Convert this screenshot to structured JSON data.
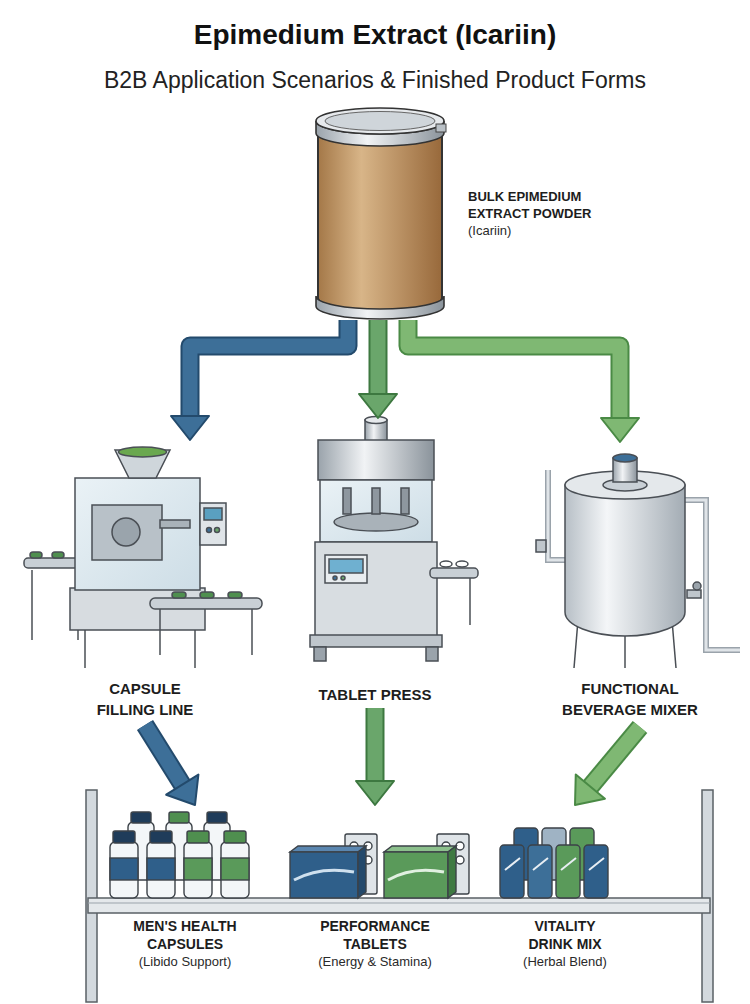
{
  "diagram": {
    "title": "Epimedium Extract (Icariin)",
    "nodes": [
      {
        "text": [
          "BULK EPIMEDIUM EXTRACT POWDER",
          "(Icariin)"
        ]
      },
      {
        "text": [
          "CAPSULE FILLING LINE"
        ]
      },
      {
        "text": [
          "TABLET PRESS"
        ]
      },
      {
        "text": [
          "FUNCTIONAL BEVERAGE MIXER"
        ]
      },
      {
        "text": [
          "MEN'S HEALTH CAPSULES",
          "(Libido Support)"
        ]
      },
      {
        "text": [
          "PERFORMANCE TABLETS",
          "(Energy & Stamina)"
        ]
      },
      {
        "text": [
          "VITALITY DRINK MIX",
          "(Herbal Blend)"
        ]
      }
    ],
    "edges": [
      {
        "from": 0,
        "to": 1,
        "arrow": "to"
      },
      {
        "from": 0,
        "to": 2,
        "arrow": "to"
      },
      {
        "from": 0,
        "to": 3,
        "arrow": "to"
      },
      {
        "from": 1,
        "to": 4,
        "arrow": "to"
      },
      {
        "from": 2,
        "to": 5,
        "arrow": "to"
      },
      {
        "from": 3,
        "to": 6,
        "arrow": "to"
      }
    ],
    "labels": [
      "B2B Application Scenarios & Finished Product Forms"
    ]
  }
}
